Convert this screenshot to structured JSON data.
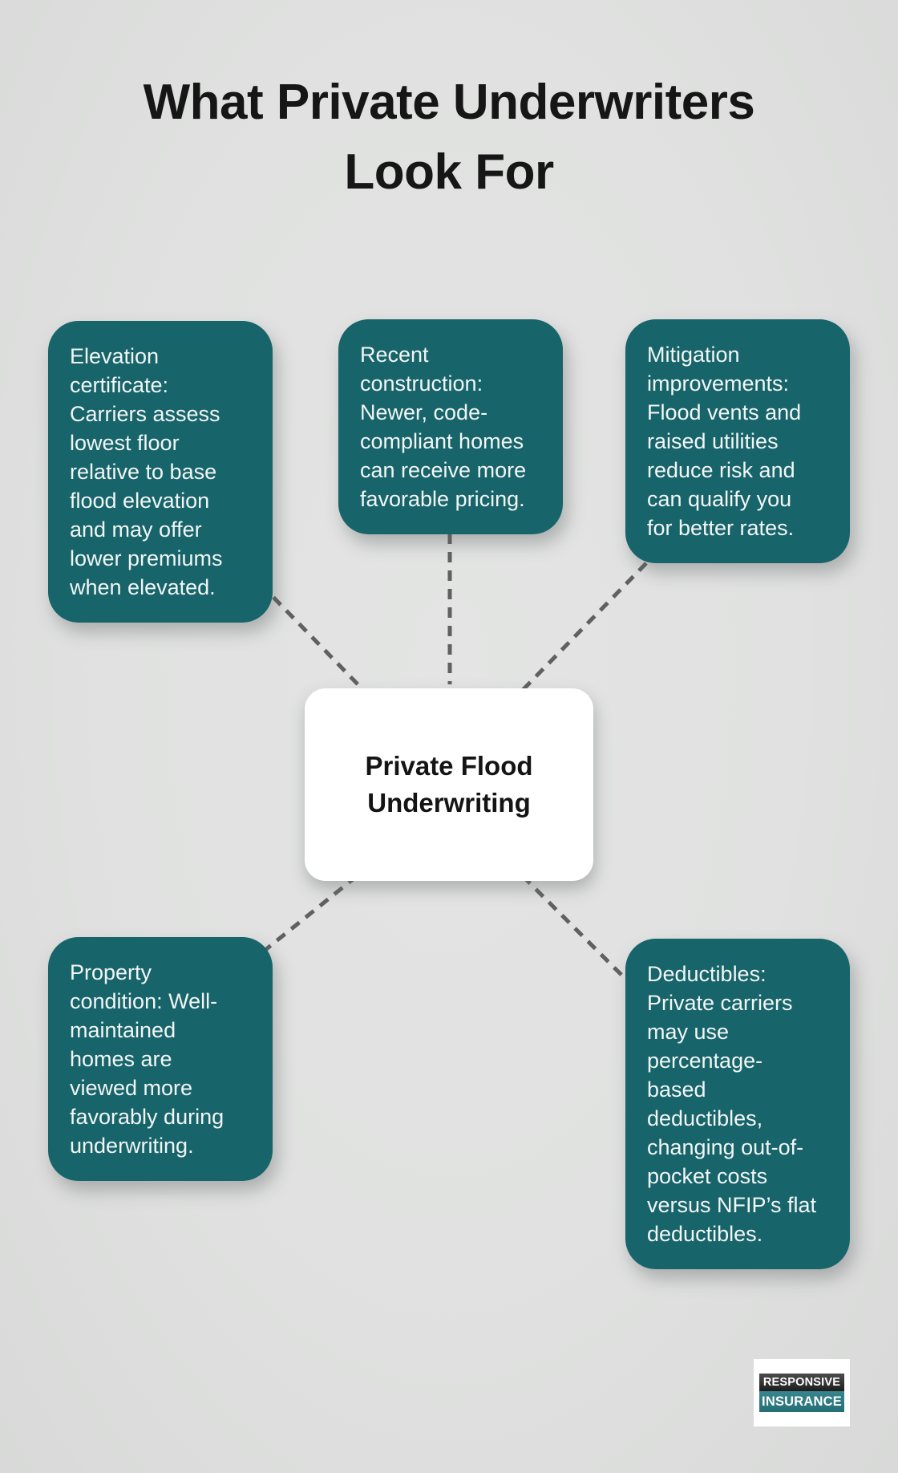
{
  "title": {
    "text": "What Private Underwriters\nLook For"
  },
  "center_node": {
    "label": "Private Flood\nUnderwriting"
  },
  "cards": [
    {
      "id": "elevation-certificate",
      "text": "Elevation\ncertificate:\nCarriers assess\nlowest floor\nrelative to base\nflood elevation\nand may offer\nlower premiums\nwhen elevated."
    },
    {
      "id": "recent-construction",
      "text": "Recent\nconstruction:\nNewer, code-\ncompliant homes\ncan receive more\nfavorable pricing."
    },
    {
      "id": "mitigation-improvements",
      "text": "Mitigation\nimprovements:\nFlood vents and\nraised utilities\nreduce risk and\ncan qualify you\nfor better rates."
    },
    {
      "id": "property-condition",
      "text": "Property\ncondition: Well-\nmaintained\nhomes are\nviewed more\nfavorably during\nunderwriting."
    },
    {
      "id": "deductibles",
      "text": "Deductibles:\nPrivate carriers\nmay use\npercentage-\nbased\ndeductibles,\nchanging out-of-\npocket costs\nversus NFIP’s flat\ndeductibles."
    }
  ],
  "logo": {
    "line1": "RESPONSIVE",
    "line2": "INSURANCE"
  },
  "colors": {
    "card_teal": "#17646a",
    "background": "#e0e1e0",
    "dashed_line": "#606060",
    "title_text": "#161616",
    "card_text": "#f2f6f5",
    "center_text": "#141414",
    "logo_dark": "#2c2c2c",
    "logo_teal": "#2f8187"
  }
}
